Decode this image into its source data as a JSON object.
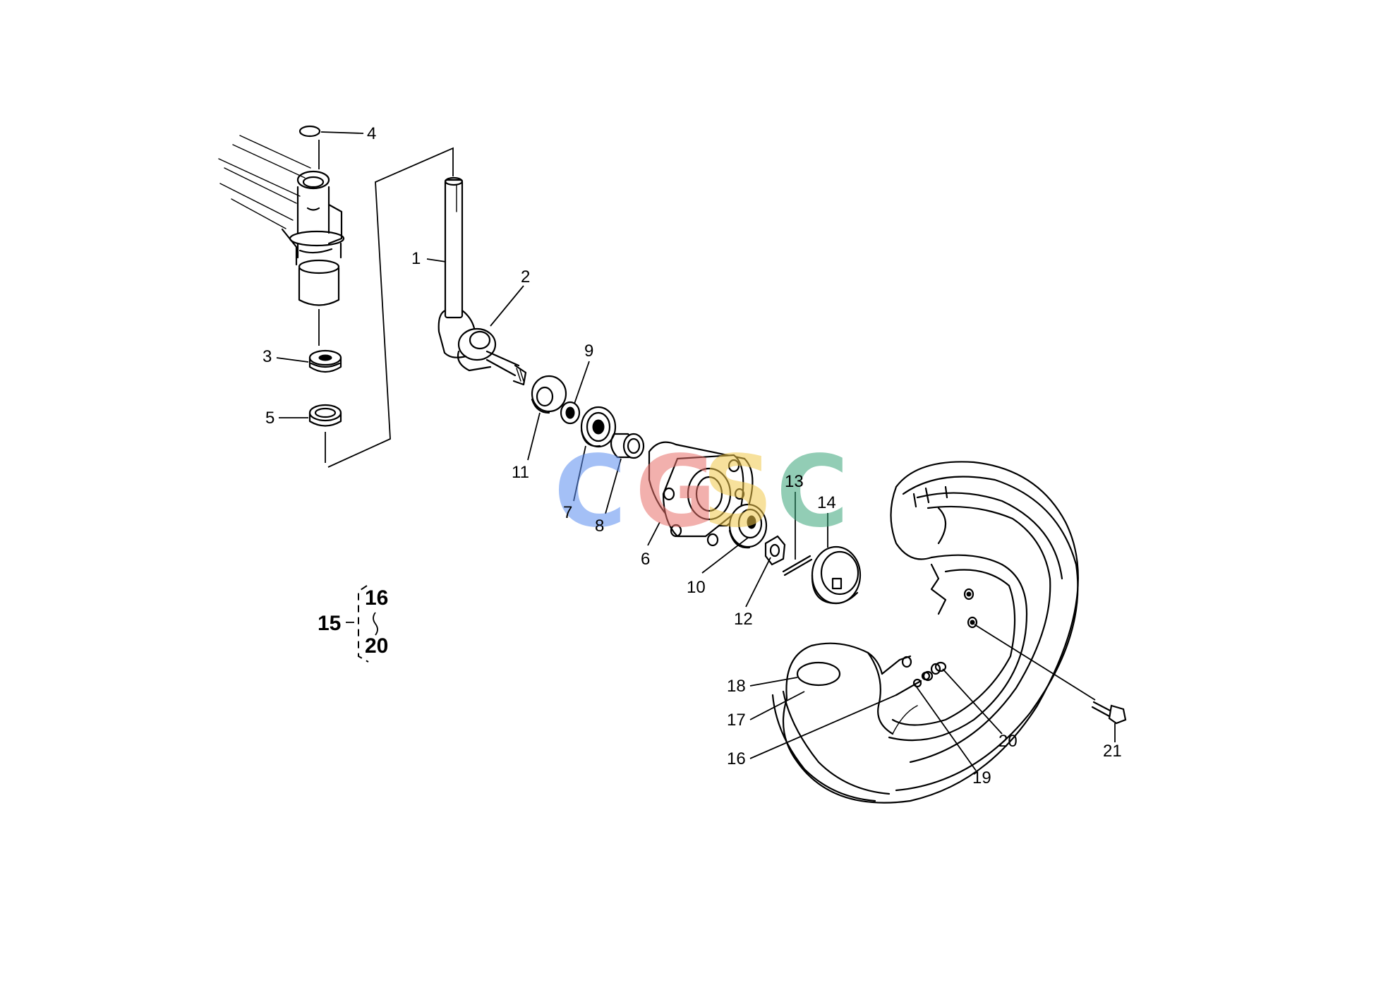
{
  "callouts": [
    "1",
    "2",
    "3",
    "4",
    "5",
    "6",
    "7",
    "8",
    "9",
    "10",
    "11",
    "12",
    "13",
    "14",
    "18",
    "17",
    "16",
    "19",
    "20",
    "21"
  ],
  "group": {
    "parent": "15",
    "from": "16",
    "range": "~",
    "to": "20"
  },
  "watermark": {
    "letters": [
      "C",
      "G",
      "S",
      "C"
    ],
    "colors": [
      "#5b8def",
      "#e8716b",
      "#f2c94c",
      "#3aa57a"
    ]
  }
}
